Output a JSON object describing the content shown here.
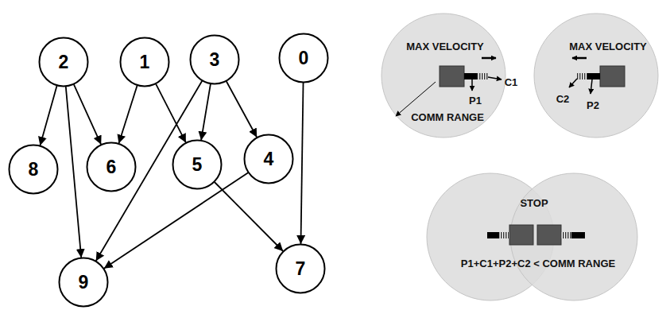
{
  "diagram": {
    "nodes": [
      {
        "text": [
          "2"
        ]
      },
      {
        "text": [
          "1"
        ]
      },
      {
        "text": [
          "3"
        ]
      },
      {
        "text": [
          "0"
        ]
      },
      {
        "text": [
          "8"
        ]
      },
      {
        "text": [
          "6"
        ]
      },
      {
        "text": [
          "5"
        ]
      },
      {
        "text": [
          "4"
        ]
      },
      {
        "text": [
          "9"
        ]
      },
      {
        "text": [
          "7"
        ]
      }
    ],
    "edges": [
      {
        "from": 0,
        "to": 4,
        "arrow": "to"
      },
      {
        "from": 0,
        "to": 5,
        "arrow": "to"
      },
      {
        "from": 0,
        "to": 8,
        "arrow": "to"
      },
      {
        "from": 1,
        "to": 5,
        "arrow": "to"
      },
      {
        "from": 1,
        "to": 6,
        "arrow": "to"
      },
      {
        "from": 2,
        "to": 6,
        "arrow": "to"
      },
      {
        "from": 2,
        "to": 7,
        "arrow": "to"
      },
      {
        "from": 2,
        "to": 8,
        "arrow": "to"
      },
      {
        "from": 7,
        "to": 8,
        "arrow": "to"
      },
      {
        "from": 6,
        "to": 9,
        "arrow": "to"
      },
      {
        "from": 3,
        "to": 9,
        "arrow": "to"
      }
    ],
    "labels": [
      "MAX VELOCITY",
      "C1",
      "P1",
      "COMM RANGE",
      "MAX VELOCITY",
      "C2",
      "P2",
      "STOP",
      "P1+C1+P2+C2 < COMM RANGE"
    ]
  }
}
